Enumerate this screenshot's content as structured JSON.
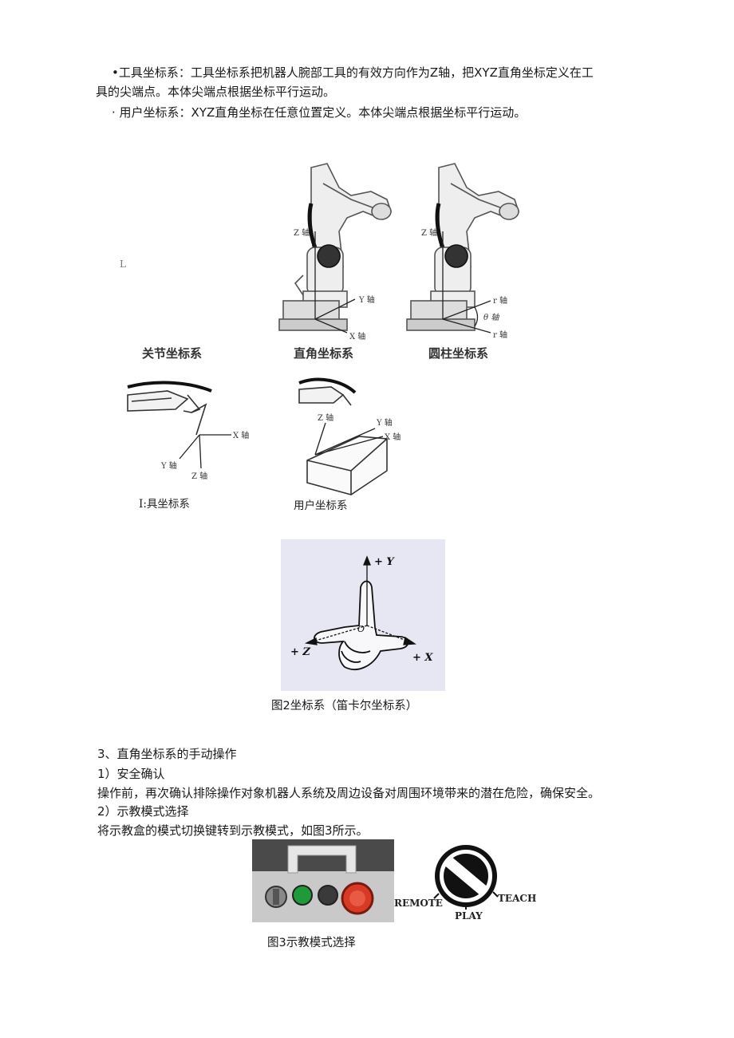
{
  "intro": {
    "tool_line1": "•工具坐标系：工具坐标系把机器人腕部工具的有效方向作为Z轴，把XYZ直角坐标定义在工",
    "tool_line2": "具的尖端点。本体尖端点根据坐标平行运动。",
    "user_line": "· 用户坐标系：XYZ直角坐标在任意位置定义。本体尖端点根据坐标平行运动。"
  },
  "figure1": {
    "captions": {
      "joint": "关节坐标系",
      "cartesian": "直角坐标系",
      "cylindrical": "圆柱坐标系",
      "tool": "I:具坐标系",
      "user": "用户坐标系"
    },
    "fragment_mark": "L",
    "cartesian_axes": {
      "z": "Z 轴",
      "y": "Y 轴",
      "x": "X 轴"
    },
    "cylindrical_axes": {
      "z": "Z 轴",
      "r_top": "r 轴",
      "theta": "θ 轴",
      "r_bottom": "r 轴"
    },
    "tool_axes": {
      "x": "X 轴",
      "y": "Y 轴",
      "z": "Z 轴"
    },
    "user_axes": {
      "z": "Z 轴",
      "y": "Y 轴",
      "x": "X 轴"
    }
  },
  "figure2": {
    "labels": {
      "y": "+ Y",
      "z": "+ Z",
      "x": "+ X",
      "origin": "O"
    },
    "caption": "图2坐标系（笛卡尔坐标系）"
  },
  "section3": {
    "heading": "3、直角坐标系的手动操作",
    "step1_title": "1）安全确认",
    "step1_text": "操作前，再次确认排除操作对象机器人系统及周边设备对周围环境带来的潜在危险，确保安全。",
    "step2_title": "2）示教模式选择",
    "step2_text": "将示教盒的模式切换键转到示教模式，如图3所示。"
  },
  "figure3": {
    "labels": {
      "remote": "REMOTE",
      "play": "PLAY",
      "teach": "TEACH"
    },
    "caption": "图3示教模式选择",
    "colors": {
      "green_button": "#1f9a3a",
      "estop": "#d83a25",
      "panel": "#c9c9c9"
    }
  }
}
